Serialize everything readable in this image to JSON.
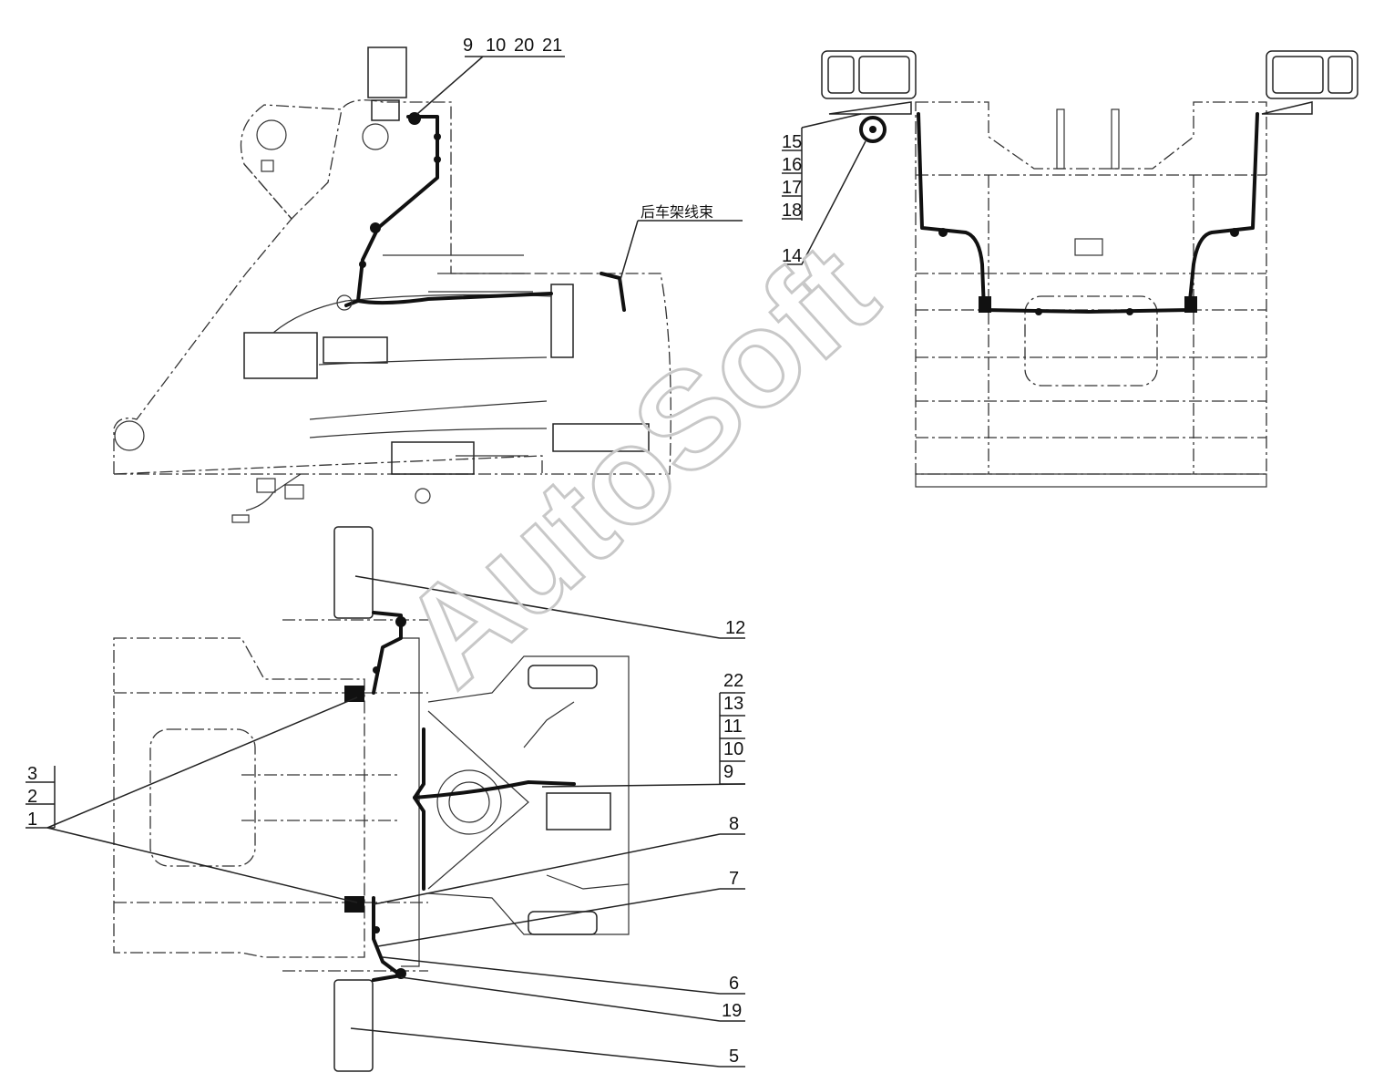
{
  "watermark": "AutoSoft",
  "side_view": {
    "harness_label": "后车架线束",
    "callout_group": [
      "9",
      "10",
      "20",
      "21"
    ]
  },
  "rear_view": {
    "callout_stack": [
      "15",
      "16",
      "17",
      "18"
    ],
    "callout_single": "14"
  },
  "top_view": {
    "left_stack": [
      "3",
      "2",
      "1"
    ],
    "right_stack": [
      "22",
      "13",
      "11",
      "10",
      "9"
    ],
    "callouts": [
      "12",
      "8",
      "7",
      "6",
      "19",
      "5"
    ]
  }
}
